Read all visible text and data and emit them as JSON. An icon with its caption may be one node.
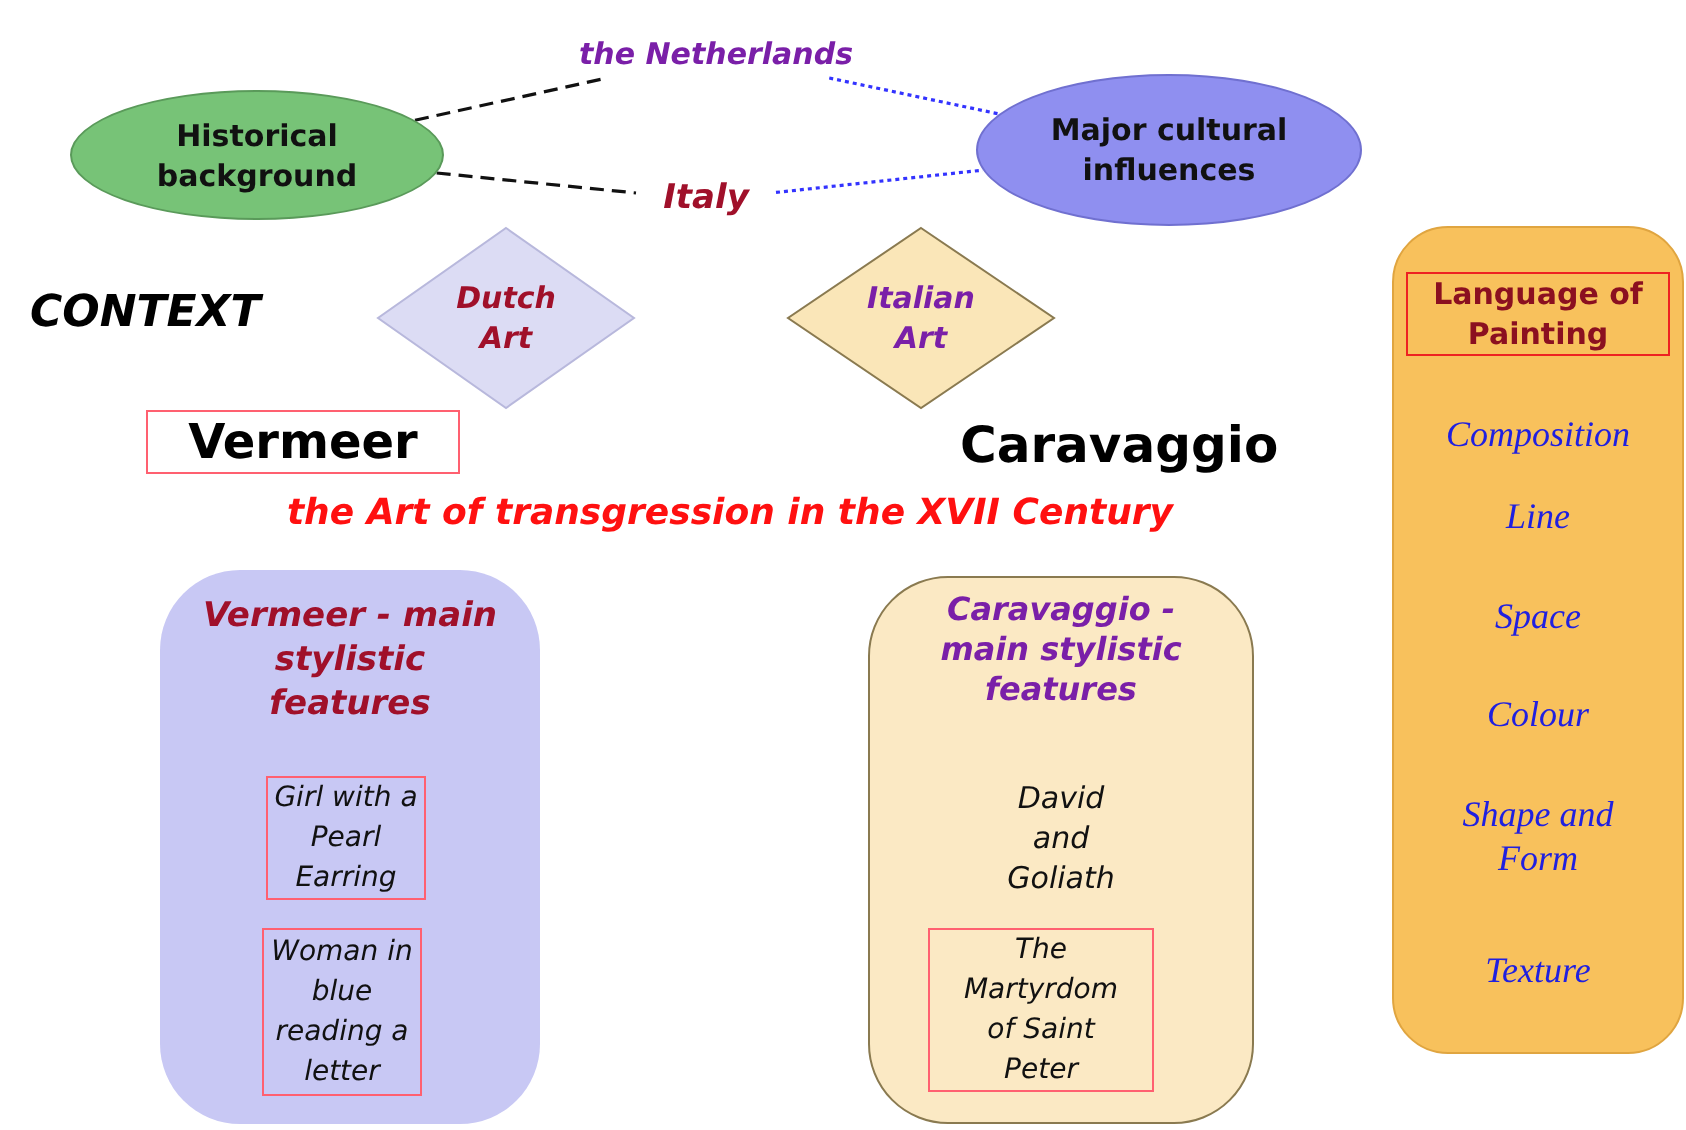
{
  "diagram": {
    "nodes": [
      {
        "text": [
          "Historical background"
        ]
      },
      {
        "text": [
          "the Netherlands"
        ]
      },
      {
        "text": [
          "Italy"
        ]
      },
      {
        "text": [
          "Major cultural influences"
        ]
      },
      {
        "text": [
          "Dutch Art"
        ]
      },
      {
        "text": [
          "Italian Art"
        ]
      },
      {
        "text": [
          "Language of Painting",
          "Composition",
          "Line",
          "Space",
          "Colour",
          "Shape and Form",
          "Texture"
        ]
      },
      {
        "text": [
          "Vermeer"
        ]
      },
      {
        "text": [
          "Vermeer - main stylistic features"
        ]
      },
      {
        "text": [
          "Girl with a Pearl Earring"
        ],
        "in": 8
      },
      {
        "text": [
          "Woman in blue reading a letter"
        ],
        "in": 8
      },
      {
        "text": [
          "Caravaggio - main stylistic features",
          "David and Goliath"
        ]
      },
      {
        "text": [
          "The Martyrdom of Saint Peter"
        ],
        "in": 11
      }
    ],
    "edges": [
      {
        "from": 0,
        "to": 1,
        "arrow": "none",
        "style": "dashed"
      },
      {
        "from": 0,
        "to": 2,
        "arrow": "none",
        "style": "dashed"
      },
      {
        "from": 1,
        "to": 3,
        "arrow": "none",
        "style": "dashed",
        "color": "#3333ff"
      },
      {
        "from": 2,
        "to": 3,
        "arrow": "none",
        "style": "dashed",
        "color": "#3333ff"
      }
    ],
    "labels": [
      "CONTEXT",
      "Caravaggio",
      "the Art of transgression in the XVII Century"
    ]
  }
}
